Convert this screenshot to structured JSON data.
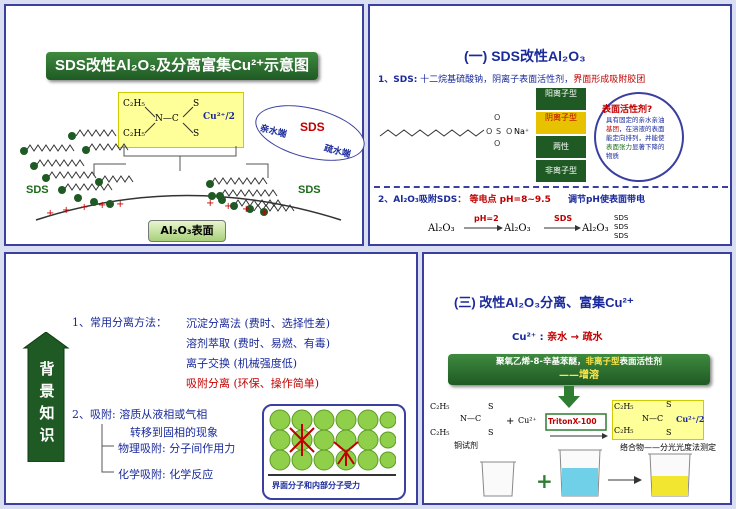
{
  "panel1": {
    "banner": "SDS改性Al₂O₃及分离富集Cu²⁺示意图",
    "chelate_left": "C₂H₅\n\nC₂H₅",
    "chelate_nc": "N—C",
    "chelate_s": "S",
    "chelate_cu": "Cu²⁺/2",
    "sds_label": "SDS",
    "hydrophilic": "亲水端",
    "hydrophobic": "疏水端",
    "sds_left": "SDS",
    "sds_right": "SDS",
    "surface": "Al₂O₃表面"
  },
  "panel2": {
    "title": "(一) SDS改性Al₂O₃",
    "line1_prefix": "1、SDS:",
    "line1_black": "十二烷基硫酸钠，阴离子表面活性剂，",
    "line1_red": "界面形成吸附胶团",
    "na": "Na⁺",
    "types": [
      "阳离子型",
      "阴离子型",
      "两性",
      "非离子型"
    ],
    "bubble_title": "表面活性剂?",
    "bubble_body_a": "具有固定的亲水亲油",
    "bubble_base": "基团",
    "bubble_body_b": "，在溶液的表面能定向排列，并能使",
    "bubble_tension": "表面张力",
    "bubble_body_c": "显著下降的物质",
    "line2_a": "2、Al₂O₃吸附SDS：",
    "line2_b": "等电点 pH=8~9.5",
    "line2_c": "调节pH使表面带电",
    "eq_a": "Al₂O₃",
    "eq_ph": "pH=2",
    "eq_b": "Al₂O₃",
    "eq_sds": "SDS",
    "eq_c": "Al₂O₃",
    "eq_sds_stack": [
      "SDS",
      "SDS",
      "SDS"
    ]
  },
  "panel3": {
    "side_label": [
      "背",
      "景",
      "知",
      "识"
    ],
    "item1_head": "1、常用分离方法：",
    "methods": [
      {
        "name": "沉淀分离法",
        "note": "(费时、选择性差)",
        "red": false
      },
      {
        "name": "溶剂萃取",
        "note": "(费时、易燃、有毒)",
        "red": false
      },
      {
        "name": "离子交换",
        "note": "(机械强度低)",
        "red": false
      },
      {
        "name": "吸附分离",
        "note": "(环保、操作简单)",
        "red": true
      }
    ],
    "item2_a": "2、吸附: 溶质从液相或气相",
    "item2_b": "转移到固相的现象",
    "phys": "物理吸附: 分子间作用力",
    "chem": "化学吸附: 化学反应",
    "caption": "界面分子和内部分子受力"
  },
  "panel4": {
    "title": "(三) 改性Al₂O₃分离、富集Cu²⁺",
    "cu_line_a": "Cu²⁺ :",
    "cu_line_b": "亲水",
    "cu_line_c": "→ 疏水",
    "banner_a": "聚氧乙烯-8-辛基苯醚，",
    "banner_b": "非离子型",
    "banner_c": "表面活性剂",
    "banner_d": "——增溶",
    "triton": "TritonX-100",
    "plus": "+",
    "cu": "Cu²⁺",
    "reagent": "铜试剂",
    "complex_label": "络合物——分光光度法测定",
    "et": "C₂H₅",
    "nc": "N—C",
    "s": "S",
    "cu_half": "Cu²⁺/2"
  },
  "colors": {
    "frame": "#3b3fa0",
    "green": "#1f5a24",
    "red": "#c00000",
    "yellow": "#ffff99"
  }
}
